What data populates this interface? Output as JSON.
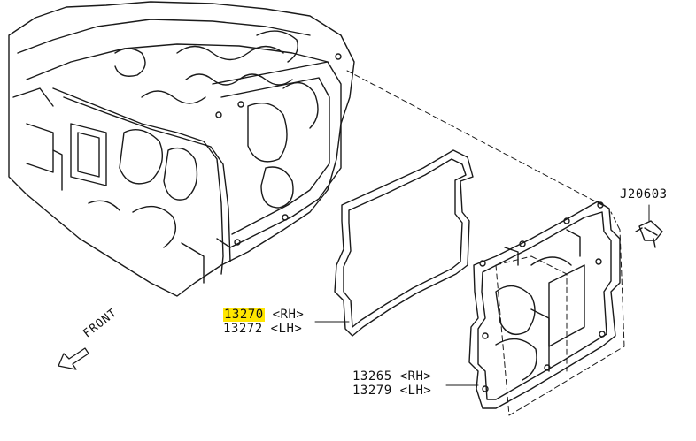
{
  "labels": {
    "bolt": {
      "part": "J20603"
    },
    "gasket": {
      "rh_part": "13270",
      "rh_side": "<RH>",
      "lh_part": "13272",
      "lh_side": "<LH>",
      "highlight_color": "#ffe600"
    },
    "cover": {
      "rh_part": "13265",
      "rh_side": "<RH>",
      "lh_part": "13279",
      "lh_side": "<LH>"
    },
    "front_arrow": "FRONT"
  }
}
